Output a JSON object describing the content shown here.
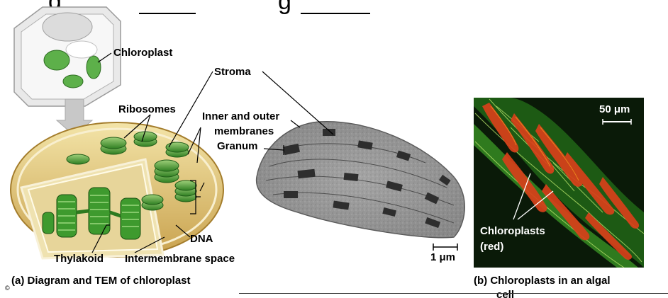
{
  "heading": {
    "fragment_1": "g",
    "fragment_2": "",
    "fragment_3": "g"
  },
  "figure_a": {
    "labels": {
      "chloroplast": "Chloroplast",
      "stroma": "Stroma",
      "ribosomes": "Ribosomes",
      "inner_outer_membranes_line1": "Inner and outer",
      "inner_outer_membranes_line2": "membranes",
      "granum": "Granum",
      "dna": "DNA",
      "thylakoid": "Thylakoid",
      "intermembrane_space": "Intermembrane space",
      "scale_bar": "1 μm"
    },
    "caption": "(a) Diagram and TEM of chloroplast",
    "copyright_symbol": "©"
  },
  "figure_b": {
    "scale_bar": "50 μm",
    "label_line1": "Chloroplasts",
    "label_line2": "(red)",
    "caption_line1": "(b) Chloroplasts in an algal",
    "caption_line2": "cell"
  },
  "colors": {
    "envelope": "#e4c97a",
    "thylakoid_green": "#3e9a2e",
    "stroma_inner": "#efe2b0",
    "micrograph_bg": "#0a1a08",
    "chloroplast_red": "#d8401a"
  }
}
